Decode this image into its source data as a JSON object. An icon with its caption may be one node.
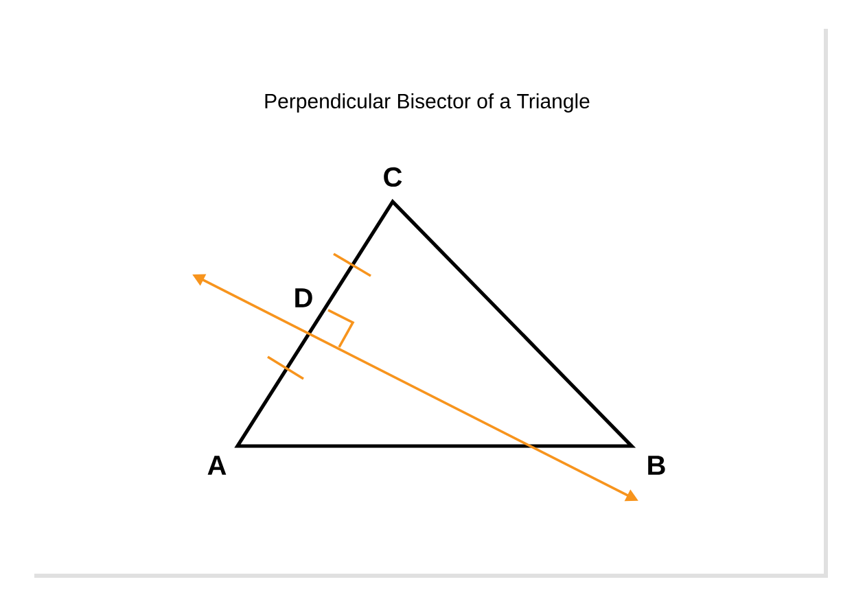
{
  "diagram": {
    "title": "Perpendicular Bisector of a Triangle",
    "labels": [
      "C",
      "D",
      "A",
      "B"
    ]
  }
}
